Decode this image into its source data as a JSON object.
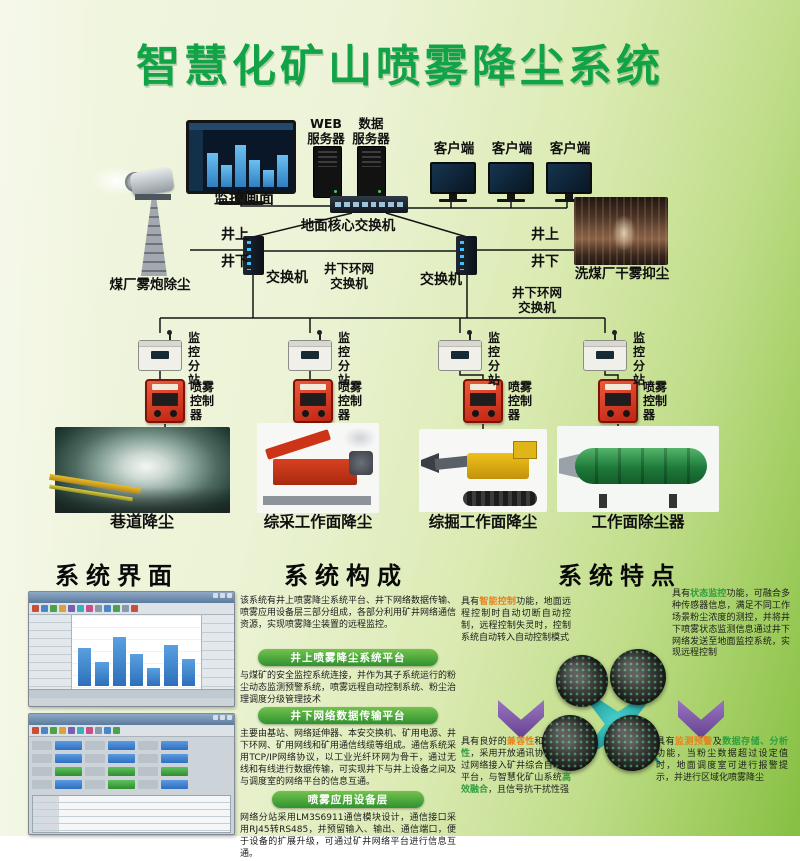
{
  "title": "智慧化矿山喷雾降尘系统",
  "colors": {
    "orange": "#e8821e",
    "green": "#2e9e3e",
    "title_green": "#12a347",
    "banner_green": "#2f9230",
    "controller_red": "#d0301a",
    "arrow_purple": "#7b52a6",
    "hub_teal": "#129a9b"
  },
  "network": {
    "monitor_label": "监控画面",
    "web_server_label": "WEB\n服务器",
    "data_server_label": "数据\n服务器",
    "client_labels": [
      "客户端",
      "客户端",
      "客户端"
    ],
    "core_switch_label": "地面核心交换机",
    "mine_up_left": "井上",
    "mine_down_left": "井下",
    "mine_up_right": "井上",
    "mine_down_right": "井下",
    "fog_cannon_label": "煤厂雾炮除尘",
    "switch_label_1": "交换机",
    "ring_switch_label_mid": "井下环网\n交换机",
    "switch_label_2": "交换机",
    "ring_switch_label_right": "井下环网\n交换机",
    "dry_fog_label": "洗煤厂干雾抑尘",
    "substation_label": "监控分站",
    "controller_label": "喷雾控制器",
    "scene_labels": [
      "巷道降尘",
      "综采工作面降尘",
      "综掘工作面降尘",
      "工作面除尘器"
    ]
  },
  "sections": {
    "interface": "系统界面",
    "composition": "系统构成",
    "features": "系统特点"
  },
  "composition": {
    "intro": "该系统有井上喷雾降尘系统平台、井下网络数据传输、喷雾应用设备层三部分组成，各部分利用矿井网络通信资源，实现喷雾降尘装置的远程监控。",
    "platforms": [
      {
        "banner": "井上喷雾降尘系统平台",
        "text": "与煤矿的安全监控系统连接，并作为其子系统运行的粉尘动态监测预警系统，喷雾远程自动控制系统、粉尘治理调度分级管理技术"
      },
      {
        "banner": "井下网络数据传输平台",
        "text": "主要由基站、网络延伸器、本安交换机、矿用电源、井下环网、矿用网线和矿用通信线缆等组成。通信系统采用TCP/IP网络协议，以工业光纤环网为骨干，通过无线和有线进行数据传输，可实现井下与井上设备之间及与调度室的网络平台的信息互通。"
      },
      {
        "banner": "喷雾应用设备层",
        "text": "网络分站采用LM3S6911通信模块设计，通信接口采用RJ45转RS485，并预留输入、输出、通信端口，便于设备的扩展升级，可通过矿井网络平台进行信息互通。"
      }
    ]
  },
  "features": [
    {
      "segments": [
        {
          "t": "具有"
        },
        {
          "t": "智能控制",
          "c": "orange"
        },
        {
          "t": "功能，地面远程控制时自动切断自动控制，远程控制失灵时，控制系统自动转入自动控制模式"
        }
      ]
    },
    {
      "segments": [
        {
          "t": "具有"
        },
        {
          "t": "状态监控",
          "c": "green"
        },
        {
          "t": "功能，可融合多种传感器信息，满足不同工作场景粉尘浓度的测控，并将井下喷雾状态监测信息通过井下网络发送至地面监控系统，实现远程控制"
        }
      ]
    },
    {
      "segments": [
        {
          "t": "具有良好的"
        },
        {
          "t": "兼容性",
          "c": "orange"
        },
        {
          "t": "和"
        },
        {
          "t": "可扩展性",
          "c": "green"
        },
        {
          "t": "，采用开放通讯协议，通过网络接入矿井综合自动化平台，与智慧化矿山系统"
        },
        {
          "t": "高效融合",
          "c": "green"
        },
        {
          "t": "，且信号抗干扰性强"
        }
      ]
    },
    {
      "segments": [
        {
          "t": "具有"
        },
        {
          "t": "监测预警",
          "c": "orange"
        },
        {
          "t": "及"
        },
        {
          "t": "数据存储、分析",
          "c": "green"
        },
        {
          "t": "功能，当粉尘数据超过设定值时，地面调度室可进行报警提示，并进行区域化喷雾降尘"
        }
      ]
    }
  ],
  "interface_screens": {
    "chart_bars": [
      62,
      40,
      80,
      52,
      30,
      68,
      45
    ],
    "monitor_bars": [
      70,
      45,
      85,
      55,
      35,
      65
    ]
  }
}
